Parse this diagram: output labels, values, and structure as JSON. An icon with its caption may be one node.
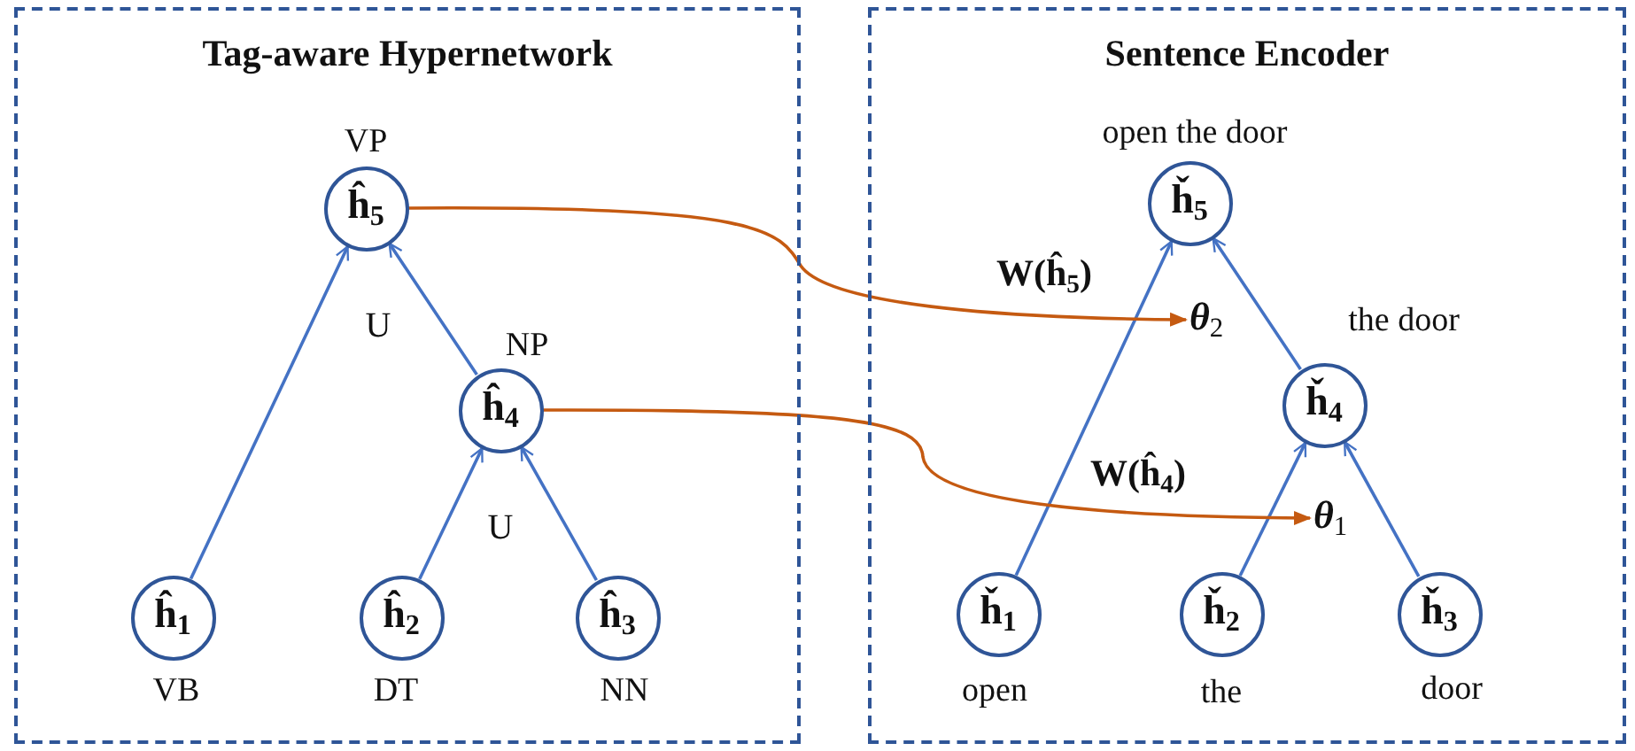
{
  "diagram": {
    "nodes": [
      {
        "text": [
          "Tag-aware Hypernetwork"
        ]
      },
      {
        "text": [
          "ĥ$_{5}$"
        ],
        "in": 0,
        "beside": [
          "VP"
        ]
      },
      {
        "text": [
          "ĥ$_{4}$"
        ],
        "in": 0,
        "beside": [
          "NP"
        ]
      },
      {
        "text": [
          "ĥ$_{1}$"
        ],
        "in": 0,
        "beside": [
          "VB"
        ]
      },
      {
        "text": [
          "ĥ$_{2}$"
        ],
        "in": 0,
        "beside": [
          "DT"
        ]
      },
      {
        "text": [
          "ĥ$_{3}$"
        ],
        "in": 0,
        "beside": [
          "NN"
        ]
      },
      {
        "text": [
          "Sentence Encoder"
        ]
      },
      {
        "text": [
          "ȟ$_{5}$"
        ],
        "in": 6,
        "beside": [
          "open the door"
        ]
      },
      {
        "text": [
          "ȟ$_{4}$"
        ],
        "in": 6,
        "beside": [
          "the door"
        ]
      },
      {
        "text": [
          "ȟ$_{1}$"
        ],
        "in": 6,
        "beside": [
          "open"
        ]
      },
      {
        "text": [
          "ȟ$_{2}$"
        ],
        "in": 6,
        "beside": [
          "the"
        ]
      },
      {
        "text": [
          "ȟ$_{3}$"
        ],
        "in": 6,
        "beside": [
          "door"
        ]
      },
      {
        "text": [
          "θ$_{2}$"
        ],
        "in": 6
      },
      {
        "text": [
          "θ$_{1}$"
        ],
        "in": 6
      }
    ],
    "edges": [
      {
        "from": 3,
        "to": 1,
        "arrow": "to"
      },
      {
        "from": 2,
        "to": 1,
        "arrow": "to"
      },
      {
        "from": 4,
        "to": 2,
        "arrow": "to"
      },
      {
        "from": 5,
        "to": 2,
        "arrow": "to"
      },
      {
        "from": 9,
        "to": 7,
        "arrow": "to"
      },
      {
        "from": 8,
        "to": 7,
        "arrow": "to"
      },
      {
        "from": 10,
        "to": 8,
        "arrow": "to"
      },
      {
        "from": 11,
        "to": 8,
        "arrow": "to"
      },
      {
        "from": 1,
        "to": 12,
        "arrow": "to",
        "label": "W(ĥ$_{5}$)",
        "color": "#c55a11"
      },
      {
        "from": 2,
        "to": 13,
        "arrow": "to",
        "label": "W(ĥ$_{4}$)",
        "color": "#c55a11"
      }
    ],
    "labels": [
      "U",
      "U"
    ]
  }
}
